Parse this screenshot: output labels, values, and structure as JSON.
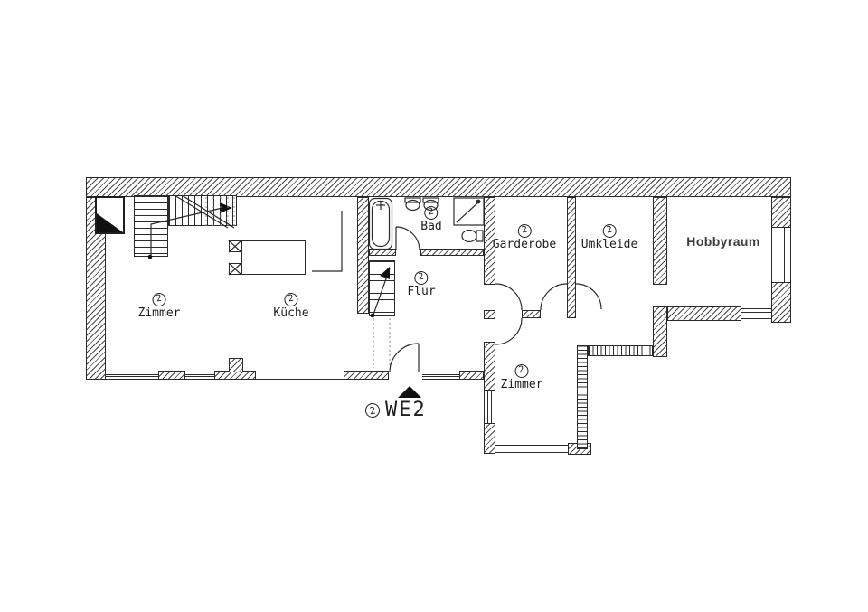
{
  "meta": {
    "type": "architectural-floor-plan",
    "background": "#ffffff",
    "line_color": "#2b2b2b"
  },
  "rooms": [
    {
      "id": "zimmer-left",
      "label": "Zimmer",
      "marker": "2"
    },
    {
      "id": "kueche",
      "label": "Küche",
      "marker": "2"
    },
    {
      "id": "bad",
      "label": "Bad",
      "marker": "2"
    },
    {
      "id": "flur",
      "label": "Flur",
      "marker": "2"
    },
    {
      "id": "garderobe",
      "label": "Garderobe",
      "marker": "2"
    },
    {
      "id": "umkleide",
      "label": "Umkleide",
      "marker": "2"
    },
    {
      "id": "hobbyraum",
      "label": "Hobbyraum",
      "marker": null
    },
    {
      "id": "zimmer-bottom",
      "label": "Zimmer",
      "marker": "2"
    }
  ],
  "unit": {
    "marker": "2",
    "label": "WE2"
  }
}
